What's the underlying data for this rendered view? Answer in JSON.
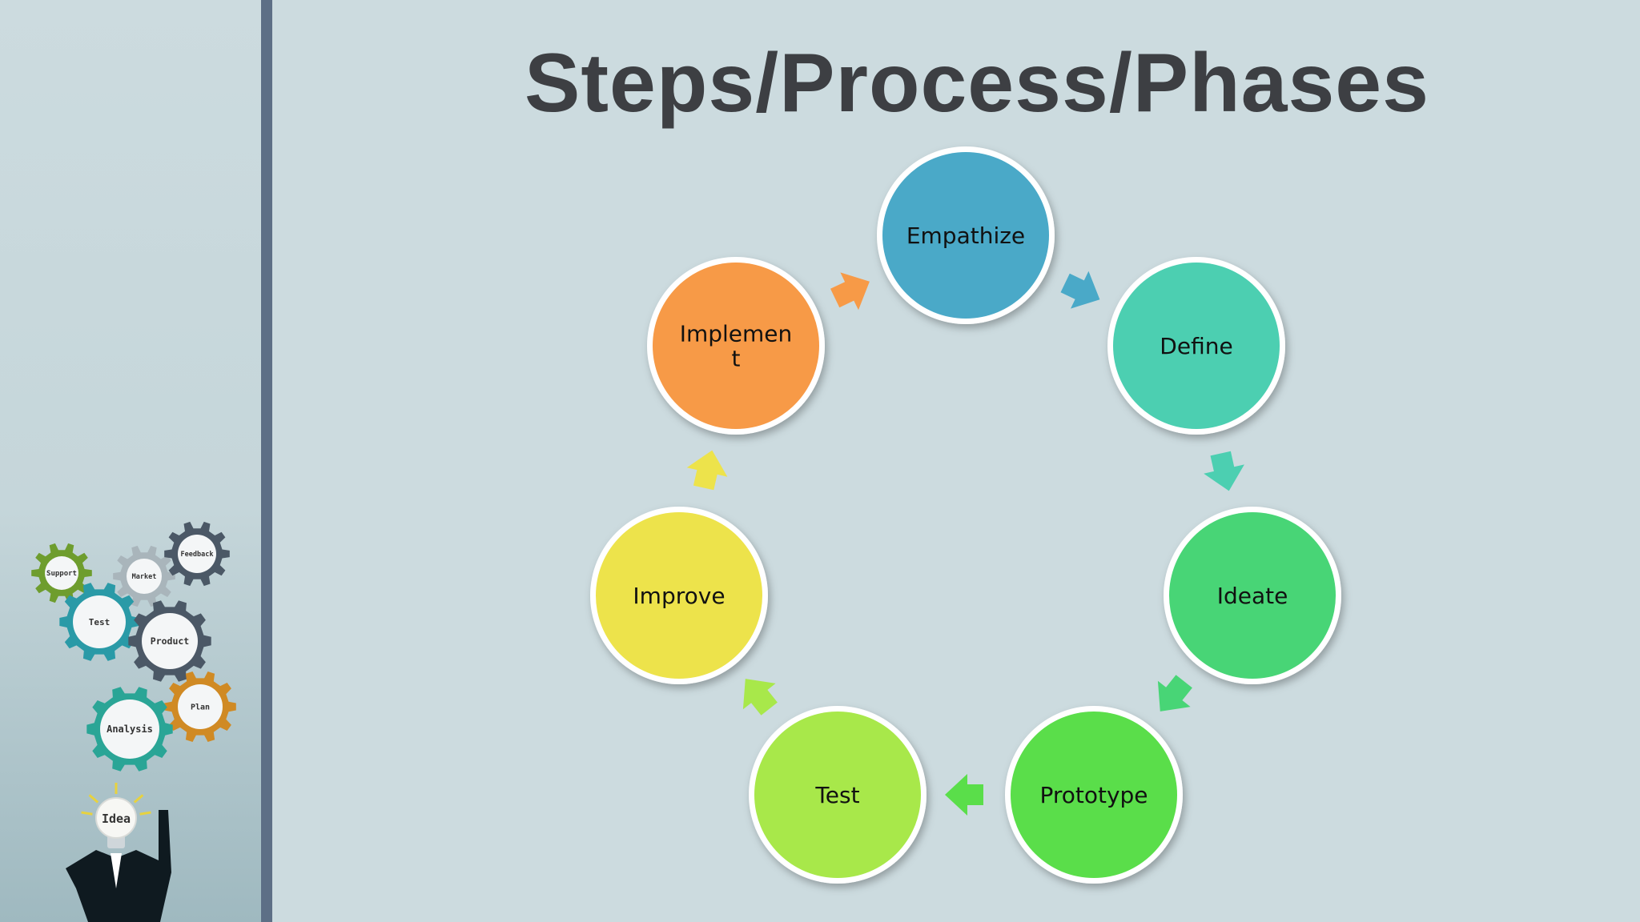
{
  "slide": {
    "title": "Steps/Process/Phases"
  },
  "cycle": {
    "nodes": [
      {
        "id": "empathize",
        "label_lines": [
          "Empathize"
        ],
        "color": "#4aa9c8"
      },
      {
        "id": "define",
        "label_lines": [
          "Define"
        ],
        "color": "#4ccfb1"
      },
      {
        "id": "ideate",
        "label_lines": [
          "Ideate"
        ],
        "color": "#48d576"
      },
      {
        "id": "prototype",
        "label_lines": [
          "Prototype"
        ],
        "color": "#5ade4a"
      },
      {
        "id": "test",
        "label_lines": [
          "Test"
        ],
        "color": "#a8e84a"
      },
      {
        "id": "improve",
        "label_lines": [
          "Improve"
        ],
        "color": "#ede34b"
      },
      {
        "id": "implement",
        "label_lines": [
          "Implemen",
          "t"
        ],
        "color": "#f79a47"
      }
    ]
  },
  "illustration": {
    "gears": [
      {
        "id": "support",
        "label": "Support",
        "color": "#6e9d2e"
      },
      {
        "id": "market",
        "label": "Market",
        "color": "#a9b5bb"
      },
      {
        "id": "feedback",
        "label": "Feedback",
        "color": "#4b5866"
      },
      {
        "id": "test",
        "label": "Test",
        "color": "#2a9aa7"
      },
      {
        "id": "product",
        "label": "Product",
        "color": "#4b5866"
      },
      {
        "id": "plan",
        "label": "Plan",
        "color": "#d08a24"
      },
      {
        "id": "analysis",
        "label": "Analysis",
        "color": "#2aa596"
      }
    ],
    "bulb_label": "Idea"
  }
}
